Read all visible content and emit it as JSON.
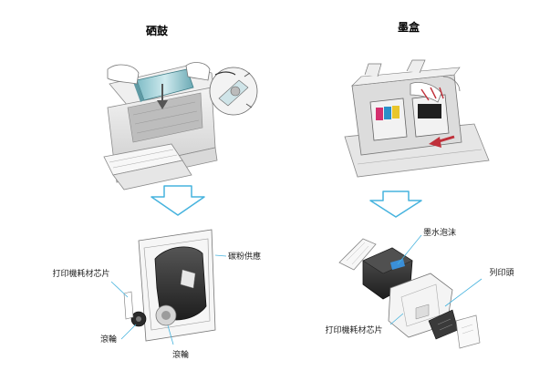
{
  "left_panel": {
    "title": "硒鼓",
    "labels": {
      "toner_supply": "碳粉供應",
      "chip": "打印機耗材芯片",
      "roller_1": "滾輪",
      "roller_2": "滾輪"
    }
  },
  "right_panel": {
    "title": "墨盒",
    "labels": {
      "ink_foam": "墨水泡沫",
      "print_head": "列印頭",
      "chip": "打印機耗材芯片"
    }
  },
  "colors": {
    "arrow": "#46b3de",
    "ink_magenta": "#d4306e",
    "ink_cyan": "#2a8fc9",
    "ink_yellow": "#e9c62c",
    "chip_blue": "#3a8fd8"
  }
}
